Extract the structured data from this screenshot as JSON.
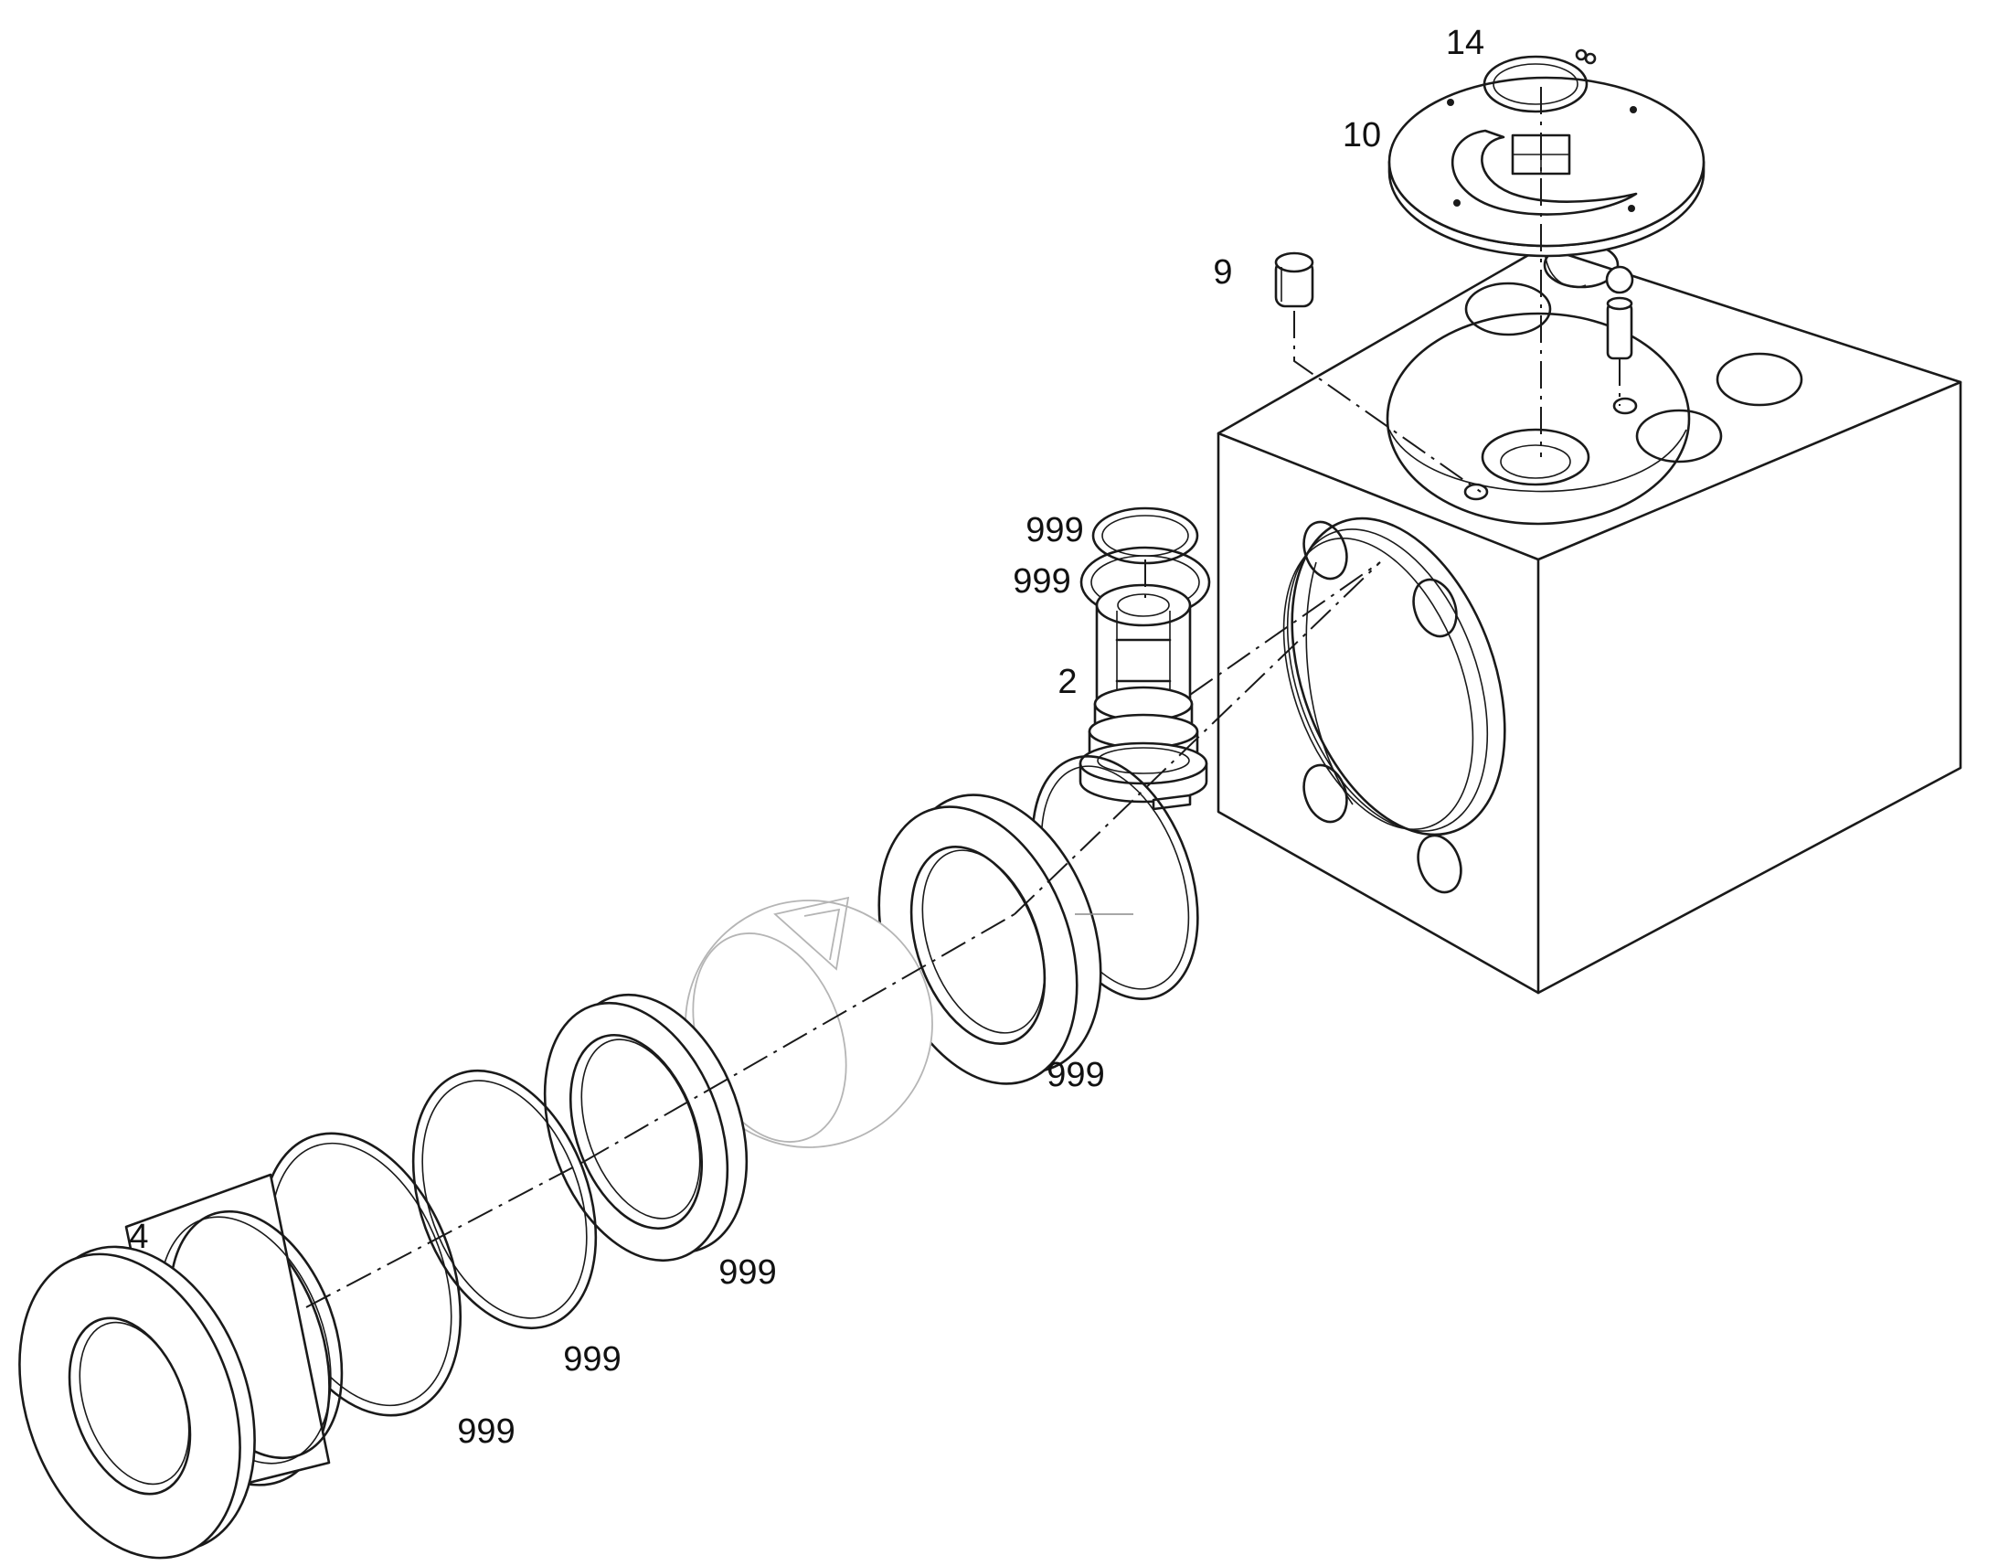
{
  "callouts": [
    {
      "id": "14",
      "text": "14"
    },
    {
      "id": "10",
      "text": "10"
    },
    {
      "id": "9",
      "text": "9"
    },
    {
      "id": "999-a",
      "text": "999"
    },
    {
      "id": "999-b",
      "text": "999"
    },
    {
      "id": "2",
      "text": "2"
    },
    {
      "id": "999-c",
      "text": "999"
    },
    {
      "id": "999-d",
      "text": "999"
    },
    {
      "id": "999-e",
      "text": "999"
    },
    {
      "id": "999-f",
      "text": "999"
    },
    {
      "id": "4",
      "text": "4"
    }
  ]
}
